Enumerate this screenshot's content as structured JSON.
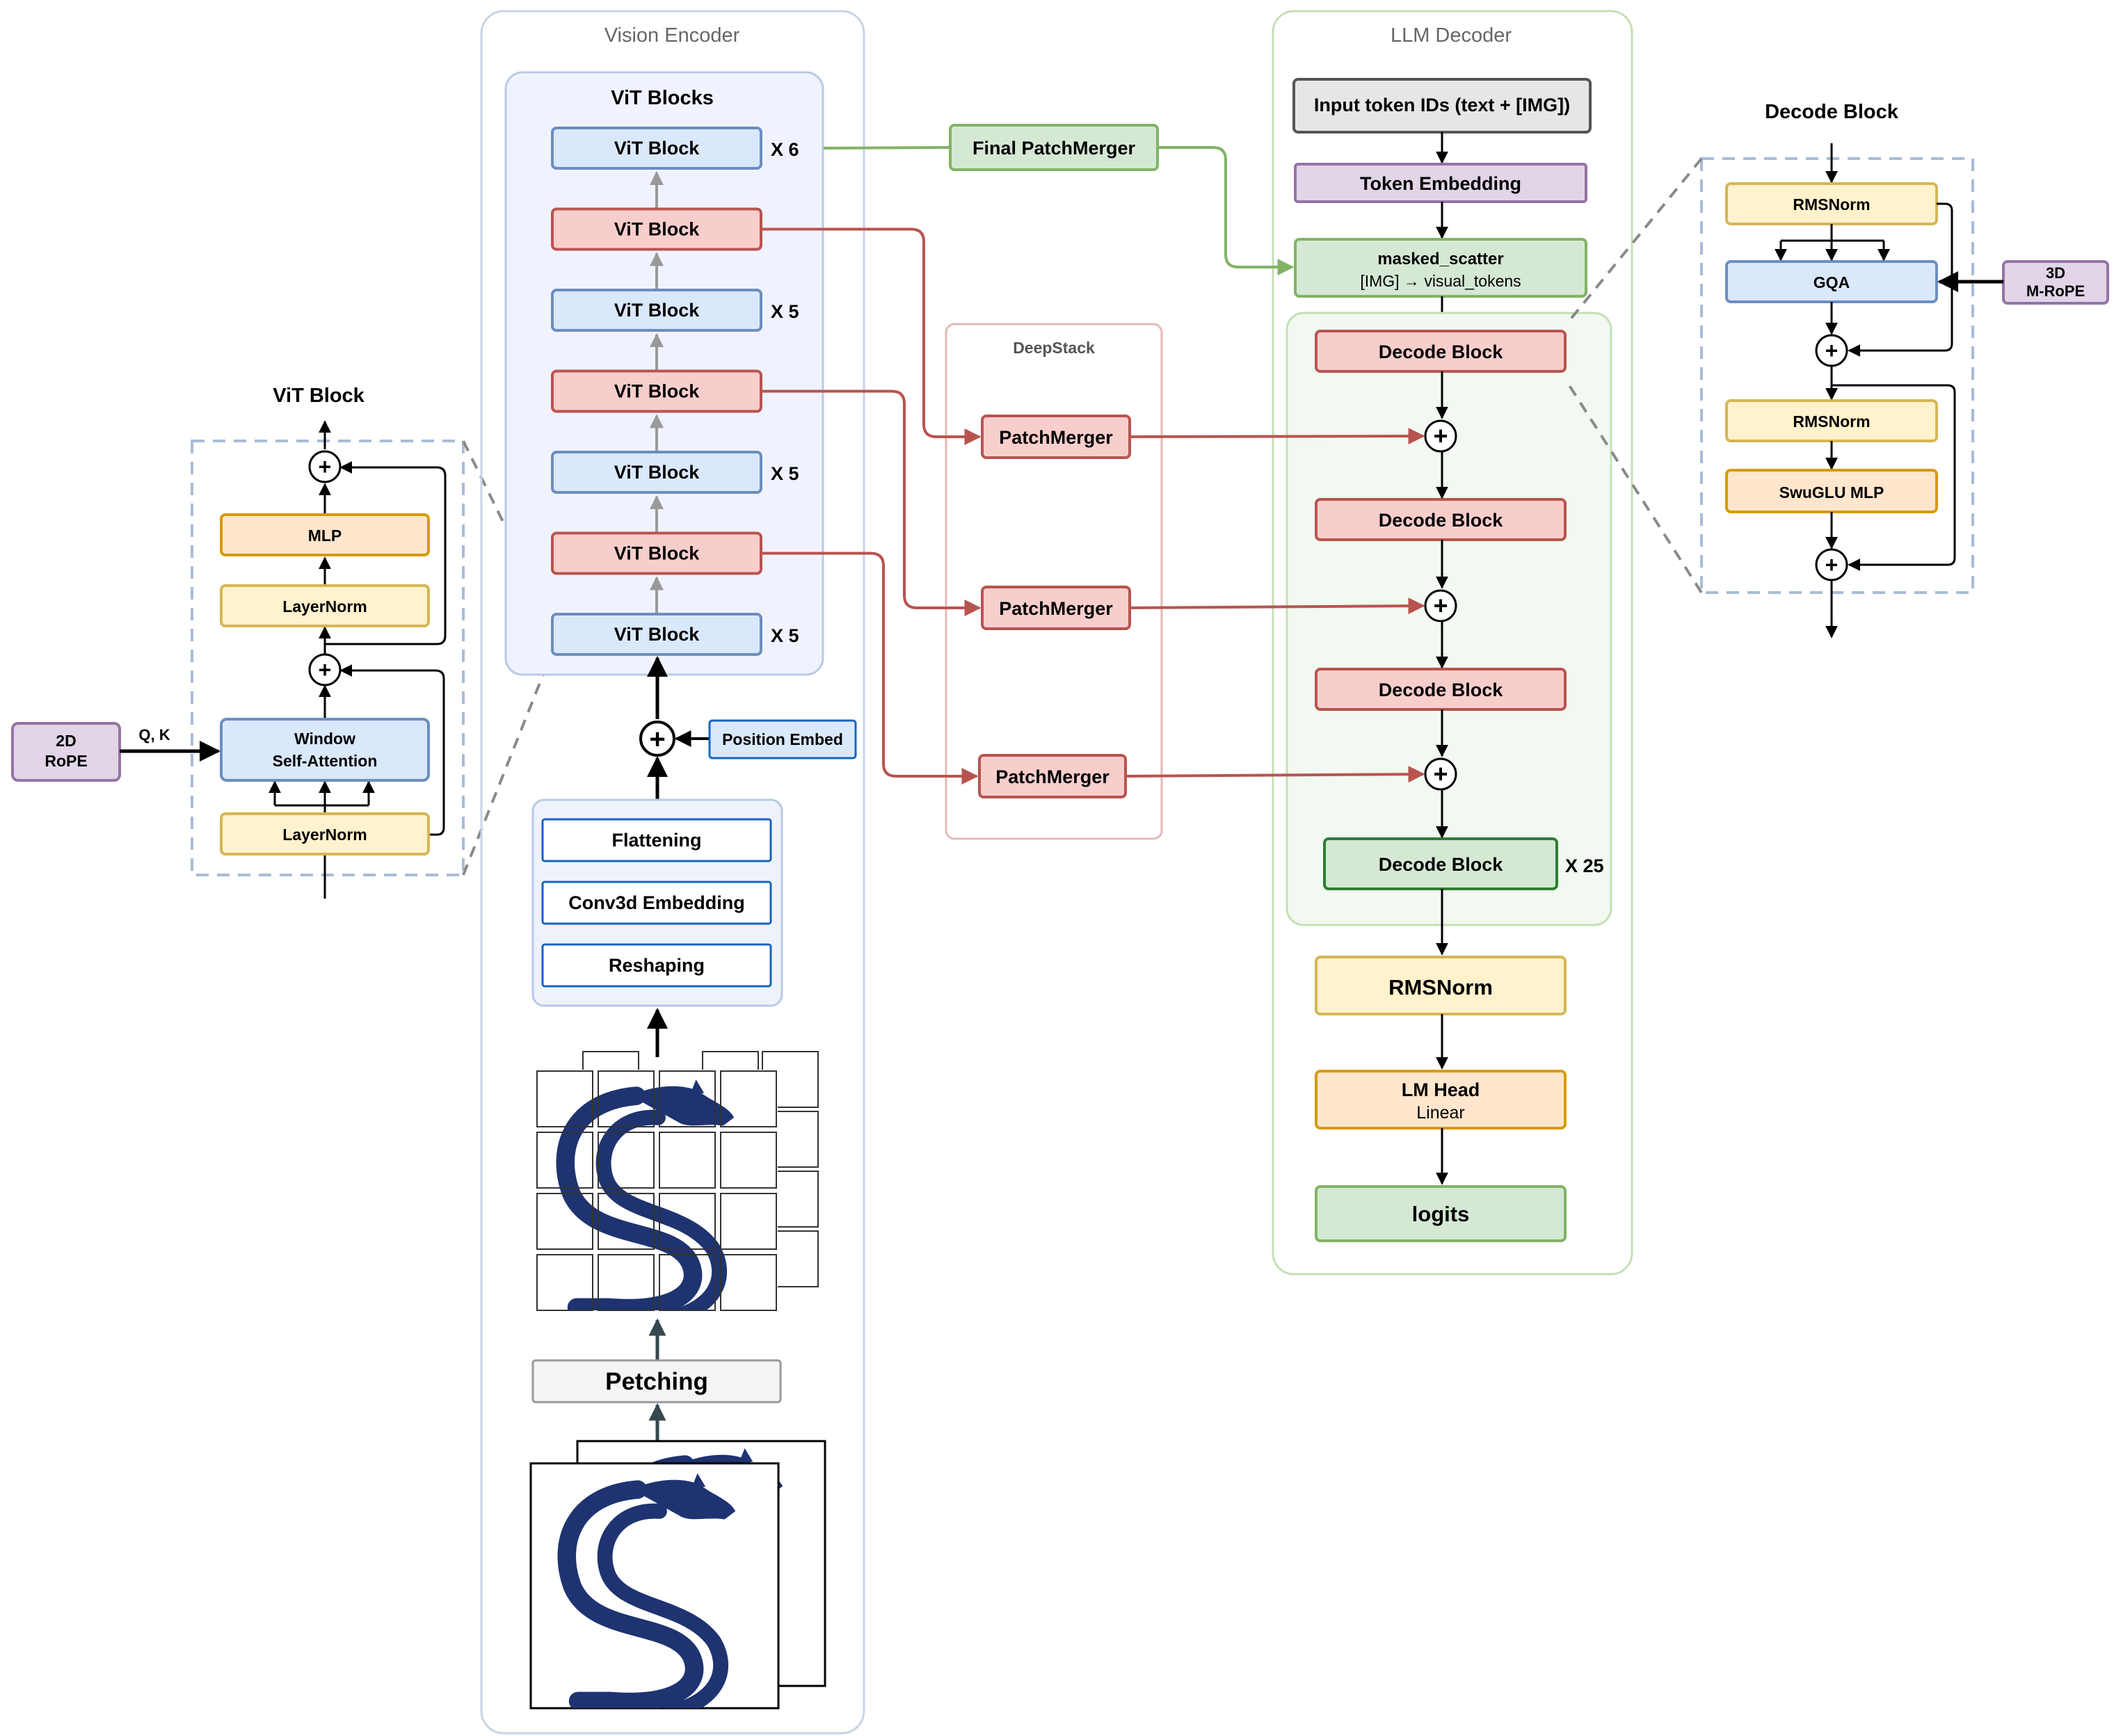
{
  "vision_encoder": {
    "title": "Vision Encoder",
    "vit_blocks_title": "ViT Blocks",
    "blocks": [
      {
        "label": "ViT Block",
        "repeat": "X 6",
        "kind": "regular"
      },
      {
        "label": "ViT Block",
        "repeat": "",
        "kind": "deepstack"
      },
      {
        "label": "ViT Block",
        "repeat": "X 5",
        "kind": "regular"
      },
      {
        "label": "ViT Block",
        "repeat": "",
        "kind": "deepstack"
      },
      {
        "label": "ViT Block",
        "repeat": "X 5",
        "kind": "regular"
      },
      {
        "label": "ViT Block",
        "repeat": "",
        "kind": "deepstack"
      },
      {
        "label": "ViT Block",
        "repeat": "X 5",
        "kind": "regular"
      }
    ],
    "position_embed": "Position Embed",
    "patch_embed_steps": [
      "Flattening",
      "Conv3d Embedding",
      "Reshaping"
    ],
    "patching": "Petching"
  },
  "vit_block_detail": {
    "title": "ViT Block",
    "mlp": "MLP",
    "layernorm_top": "LayerNorm",
    "attention_line1": "Window",
    "attention_line2": "Self-Attention",
    "layernorm_bottom": "LayerNorm",
    "rope_line1": "2D",
    "rope_line2": "RoPE",
    "qk_label": "Q, K",
    "plus": "+"
  },
  "deepstack": {
    "title": "DeepStack",
    "mergers": [
      "PatchMerger",
      "PatchMerger",
      "PatchMerger"
    ]
  },
  "final_patch_merger": "Final PatchMerger",
  "llm_decoder": {
    "title": "LLM Decoder",
    "input_tokens": "Input token IDs (text + [IMG])",
    "token_embedding": "Token Embedding",
    "masked_scatter_line1": "masked_scatter",
    "masked_scatter_line2": "[IMG] → visual_tokens",
    "decode_blocks": [
      "Decode Block",
      "Decode Block",
      "Decode Block"
    ],
    "last_decode_block": "Decode Block",
    "last_repeat": "X 25",
    "rmsnorm": "RMSNorm",
    "lm_head_line1": "LM Head",
    "lm_head_line2": "Linear",
    "logits": "logits"
  },
  "decode_block_detail": {
    "title": "Decode Block",
    "rmsnorm_top": "RMSNorm",
    "gqa": "GQA",
    "rmsnorm_mid": "RMSNorm",
    "mlp": "SwuGLU MLP",
    "rope_line1": "3D",
    "rope_line2": "M-RoPE"
  },
  "colors": {
    "blue_fill": "#dae8fc",
    "blue_stroke": "#6c8ebf",
    "red_fill": "#f8cecc",
    "red_stroke": "#b85450",
    "green_fill": "#d5e8d4",
    "green_stroke": "#82b366",
    "yellow_fill": "#fff2cc",
    "yellow_stroke": "#d6b656",
    "orange_fill": "#ffe6cc",
    "orange_stroke": "#d79b00",
    "purple_fill": "#e1d5e7",
    "purple_stroke": "#9673a6",
    "gray_fill": "#e6e6e6",
    "gray_stroke": "#666666",
    "dark_green_stroke": "#2d7d32",
    "logo_navy": "#1e3370"
  }
}
